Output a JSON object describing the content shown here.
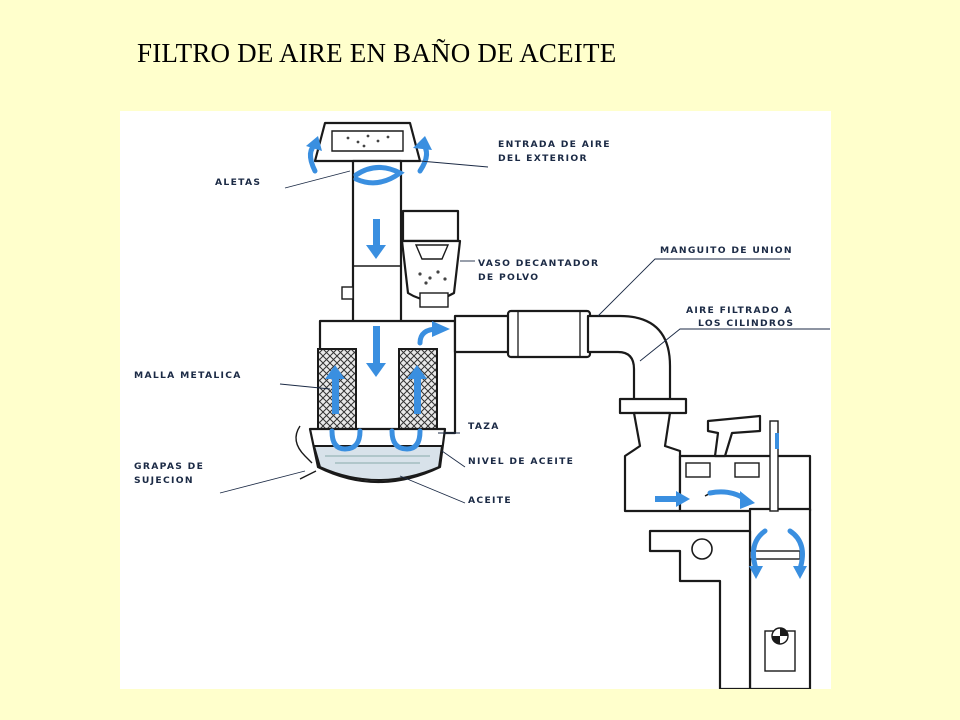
{
  "title": "FILTRO DE AIRE EN BAÑO DE ACEITE",
  "labels": {
    "entrada_1": "ENTRADA DE AIRE",
    "entrada_2": "DEL EXTERIOR",
    "aletas": "ALETAS",
    "vaso_1": "VASO DECANTADOR",
    "vaso_2": "DE POLVO",
    "manguito": "MANGUITO DE UNION",
    "aire_filtrado_1": "AIRE FILTRADO A",
    "aire_filtrado_2": "LOS CILINDROS",
    "malla": "MALLA METALICA",
    "taza": "TAZA",
    "grapas_1": "GRAPAS DE",
    "grapas_2": "SUJECION",
    "nivel": "NIVEL DE ACEITE",
    "aceite": "ACEITE"
  },
  "colors": {
    "background": "#FFFFCC",
    "arrows": "#3a8fe0",
    "ink": "#1a1a1a"
  }
}
